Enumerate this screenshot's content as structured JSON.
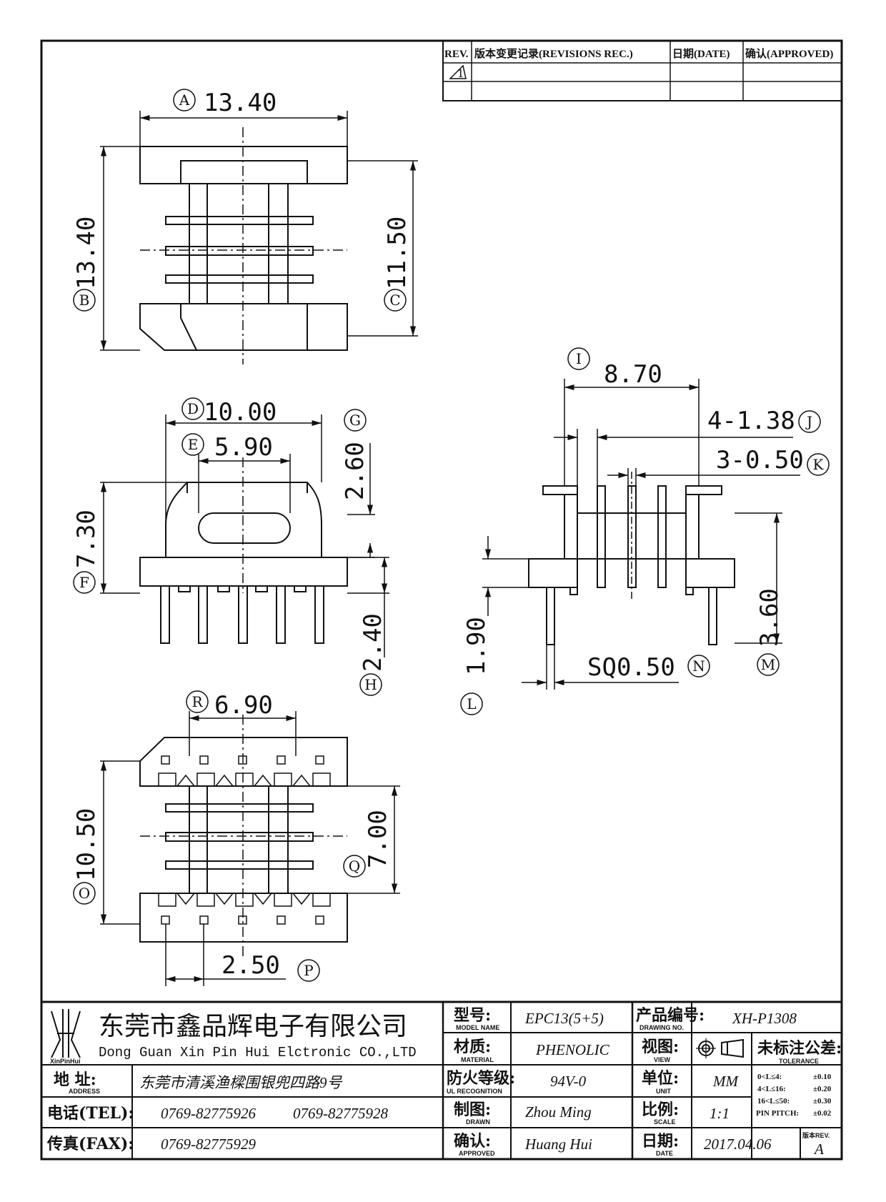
{
  "revision_table": {
    "headers": {
      "rev": "REV.",
      "record": "版本变更记录(REVISIONS REC.)",
      "date": "日期(DATE)",
      "approved": "确认(APPROVED)"
    },
    "rows": [
      {
        "rev": "1",
        "record": "",
        "date": "",
        "approved": ""
      },
      {
        "rev": "",
        "record": "",
        "date": "",
        "approved": ""
      }
    ]
  },
  "dimensions": {
    "A": {
      "letter": "A",
      "value": "13.40"
    },
    "B": {
      "letter": "B",
      "value": "13.40"
    },
    "C": {
      "letter": "C",
      "value": "11.50"
    },
    "D": {
      "letter": "D",
      "value": "10.00"
    },
    "E": {
      "letter": "E",
      "value": "5.90"
    },
    "F": {
      "letter": "F",
      "value": "7.30"
    },
    "G": {
      "letter": "G",
      "value": "2.60"
    },
    "H": {
      "letter": "H",
      "value": "2.40"
    },
    "I": {
      "letter": "I",
      "value": "8.70"
    },
    "J": {
      "letter": "J",
      "value": "4-1.38"
    },
    "K": {
      "letter": "K",
      "value": "3-0.50"
    },
    "L": {
      "letter": "L",
      "value": "1.90"
    },
    "M": {
      "letter": "M",
      "value": "3.60"
    },
    "N": {
      "letter": "N",
      "value": "SQ0.50"
    },
    "O": {
      "letter": "O",
      "value": "10.50"
    },
    "P": {
      "letter": "P",
      "value": "2.50"
    },
    "Q": {
      "letter": "Q",
      "value": "7.00"
    },
    "R": {
      "letter": "R",
      "value": "6.90"
    }
  },
  "title_block": {
    "company_cn": "东莞市鑫品辉电子有限公司",
    "company_en": "Dong Guan Xin Pin Hui Elctronic CO.,LTD",
    "logo_text": "XinPinHui",
    "address_label": "地 址:",
    "address_sub": "ADDRESS",
    "address_value": "东莞市清溪渔樑围银兜四路9号",
    "tel_label": "电话(TEL):",
    "tel_1": "0769-82775926",
    "tel_2": "0769-82775928",
    "fax_label": "传真(FAX):",
    "fax_value": "0769-82775929",
    "model_label": "型号:",
    "model_sub": "MODEL NAME",
    "model_value": "EPC13(5+5)",
    "material_label": "材质:",
    "material_sub": "MATERIAL",
    "material_value": "PHENOLIC",
    "flame_label": "防火等级:",
    "flame_sub": "UL RECOGNITION",
    "flame_value": "94V-0",
    "drawn_label": "制图:",
    "drawn_sub": "DRAWN",
    "drawn_value": "Zhou Ming",
    "approved_label": "确认:",
    "approved_sub": "APPROVED",
    "approved_value": "Huang Hui",
    "drawing_no_label": "产品编号:",
    "drawing_no_sub": "DRAWING NO.",
    "drawing_no_value": "XH-P1308",
    "view_label": "视图:",
    "view_sub": "VIEW",
    "unit_label": "单位:",
    "unit_sub": "UNIT",
    "unit_value": "MM",
    "scale_label": "比例:",
    "scale_sub": "SCALE",
    "scale_value": "1:1",
    "date_label": "日期:",
    "date_sub": "DATE",
    "date_value": "2017.04.06",
    "tolerance_label": "未标注公差:",
    "tolerance_sub": "TOLERANCE",
    "tolerance_rows": [
      {
        "range": "0<L≤4:",
        "value": "±0.10"
      },
      {
        "range": "4<L≤16:",
        "value": "±0.20"
      },
      {
        "range": "16<L≤50:",
        "value": "±0.30"
      },
      {
        "range": "PIN PITCH:",
        "value": "±0.02"
      }
    ],
    "rev_label": "版本REV.",
    "rev_value": "A"
  }
}
